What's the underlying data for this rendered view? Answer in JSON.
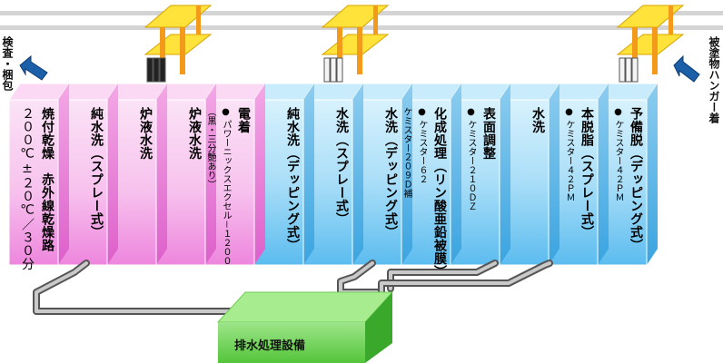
{
  "labels": {
    "left_side": "検査・梱包",
    "right_side": "被塗物ハンガー着",
    "equipment": "排水処理設備"
  },
  "stages": [
    {
      "title": "焼付乾燥　赤外線乾燥路",
      "detail": "２００℃±２０℃／３０分",
      "notes": [],
      "color": "pink"
    },
    {
      "title": "純水洗（スプレー式）",
      "detail": "",
      "notes": [],
      "color": "pink"
    },
    {
      "title": "炉液水洗",
      "detail": "",
      "notes": [],
      "color": "pink"
    },
    {
      "title": "炉液水洗",
      "detail": "",
      "notes": [],
      "color": "pink"
    },
    {
      "title": "電着",
      "detail": "",
      "notes": [
        "パワーニックスエクセル－１２００",
        "（黒・三分艶あり）"
      ],
      "color": "pink"
    },
    {
      "title": "純水洗（デッピング式）",
      "detail": "",
      "notes": [],
      "color": "blue"
    },
    {
      "title": "水洗（スプレー式）",
      "detail": "",
      "notes": [],
      "color": "blue"
    },
    {
      "title": "水洗（デッピング式）",
      "detail": "",
      "notes": [],
      "color": "blue"
    },
    {
      "title": "化成処理（リン酸亜鉛被膜）",
      "detail": "",
      "notes": [
        "ケミスター６２",
        "ケミスター２０９Ｄ補"
      ],
      "color": "blue"
    },
    {
      "title": "表面調整",
      "detail": "",
      "notes": [
        "ケミスター２１０ＤＺ"
      ],
      "color": "blue"
    },
    {
      "title": "水洗",
      "detail": "",
      "notes": [],
      "color": "blue"
    },
    {
      "title": "本脱脂（スプレー式）",
      "detail": "",
      "notes": [
        "ケミスター４２ＰＭ"
      ],
      "color": "blue"
    },
    {
      "title": "予備脱（デッピング式）",
      "detail": "",
      "notes": [
        "ケミスター４２ＰＭ"
      ],
      "color": "blue"
    }
  ]
}
